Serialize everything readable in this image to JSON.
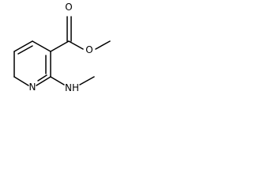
{
  "molecule": {
    "atoms": {
      "ring_n": "N",
      "carbonyl_o": "O",
      "ester_o": "O",
      "amine_nh": "NH"
    }
  }
}
